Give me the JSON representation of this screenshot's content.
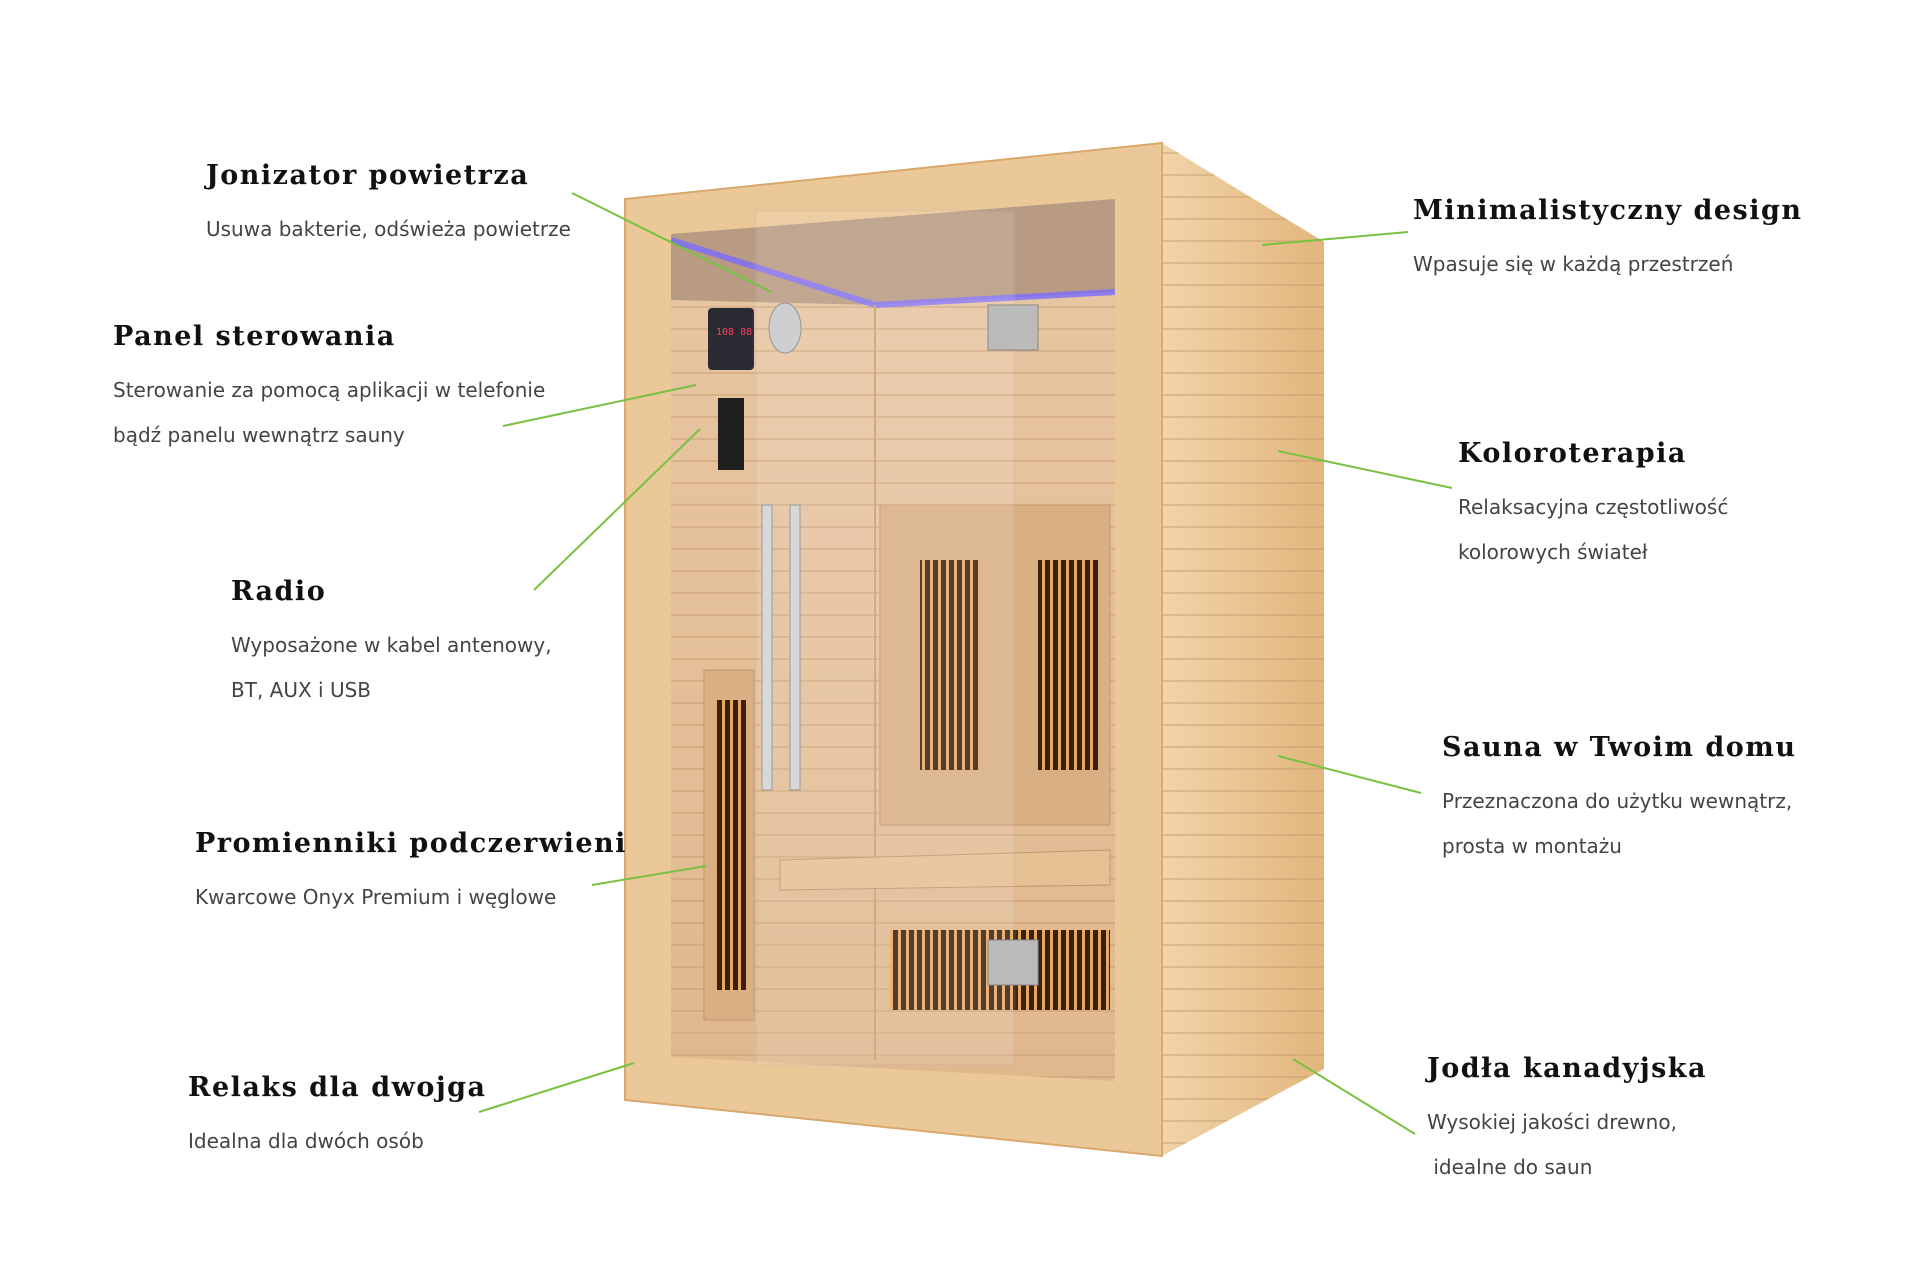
{
  "colors": {
    "leader_line": "#7ac143",
    "wood": "#e8c594",
    "wood_dark": "#d9a86c",
    "led": "#7b6cff",
    "heater": "#c8662a"
  },
  "features": [
    {
      "id": "jonizator",
      "title": "Jonizator powietrza",
      "lines": [
        "Usuwa bakterie, odświeża powietrze"
      ]
    },
    {
      "id": "panel",
      "title": "Panel sterowania",
      "lines": [
        "Sterowanie za pomocą aplikacji w telefonie",
        "bądź panelu wewnątrz sauny"
      ]
    },
    {
      "id": "radio",
      "title": "Radio",
      "lines": [
        "Wyposażone w kabel antenowy,",
        "BT, AUX i USB"
      ]
    },
    {
      "id": "promienniki",
      "title": "Promienniki podczerwieni",
      "lines": [
        "Kwarcowe Onyx Premium i węglowe"
      ]
    },
    {
      "id": "relaks",
      "title": "Relaks dla dwojga",
      "lines": [
        "Idealna dla dwóch osób"
      ]
    },
    {
      "id": "design",
      "title": "Minimalistyczny design",
      "lines": [
        "Wpasuje się w każdą przestrzeń"
      ]
    },
    {
      "id": "koloroterapia",
      "title": "Koloroterapia",
      "lines": [
        "Relaksacyjna częstotliwość",
        "kolorowych świateł"
      ]
    },
    {
      "id": "dom",
      "title": "Sauna w Twoim domu",
      "lines": [
        "Przeznaczona do użytku wewnątrz,",
        "prosta w montażu"
      ]
    },
    {
      "id": "jodla",
      "title": "Jodła kanadyjska",
      "lines": [
        "Wysokiej jakości drewno,",
        " idealne do saun"
      ]
    }
  ],
  "panel_display": "108 88"
}
